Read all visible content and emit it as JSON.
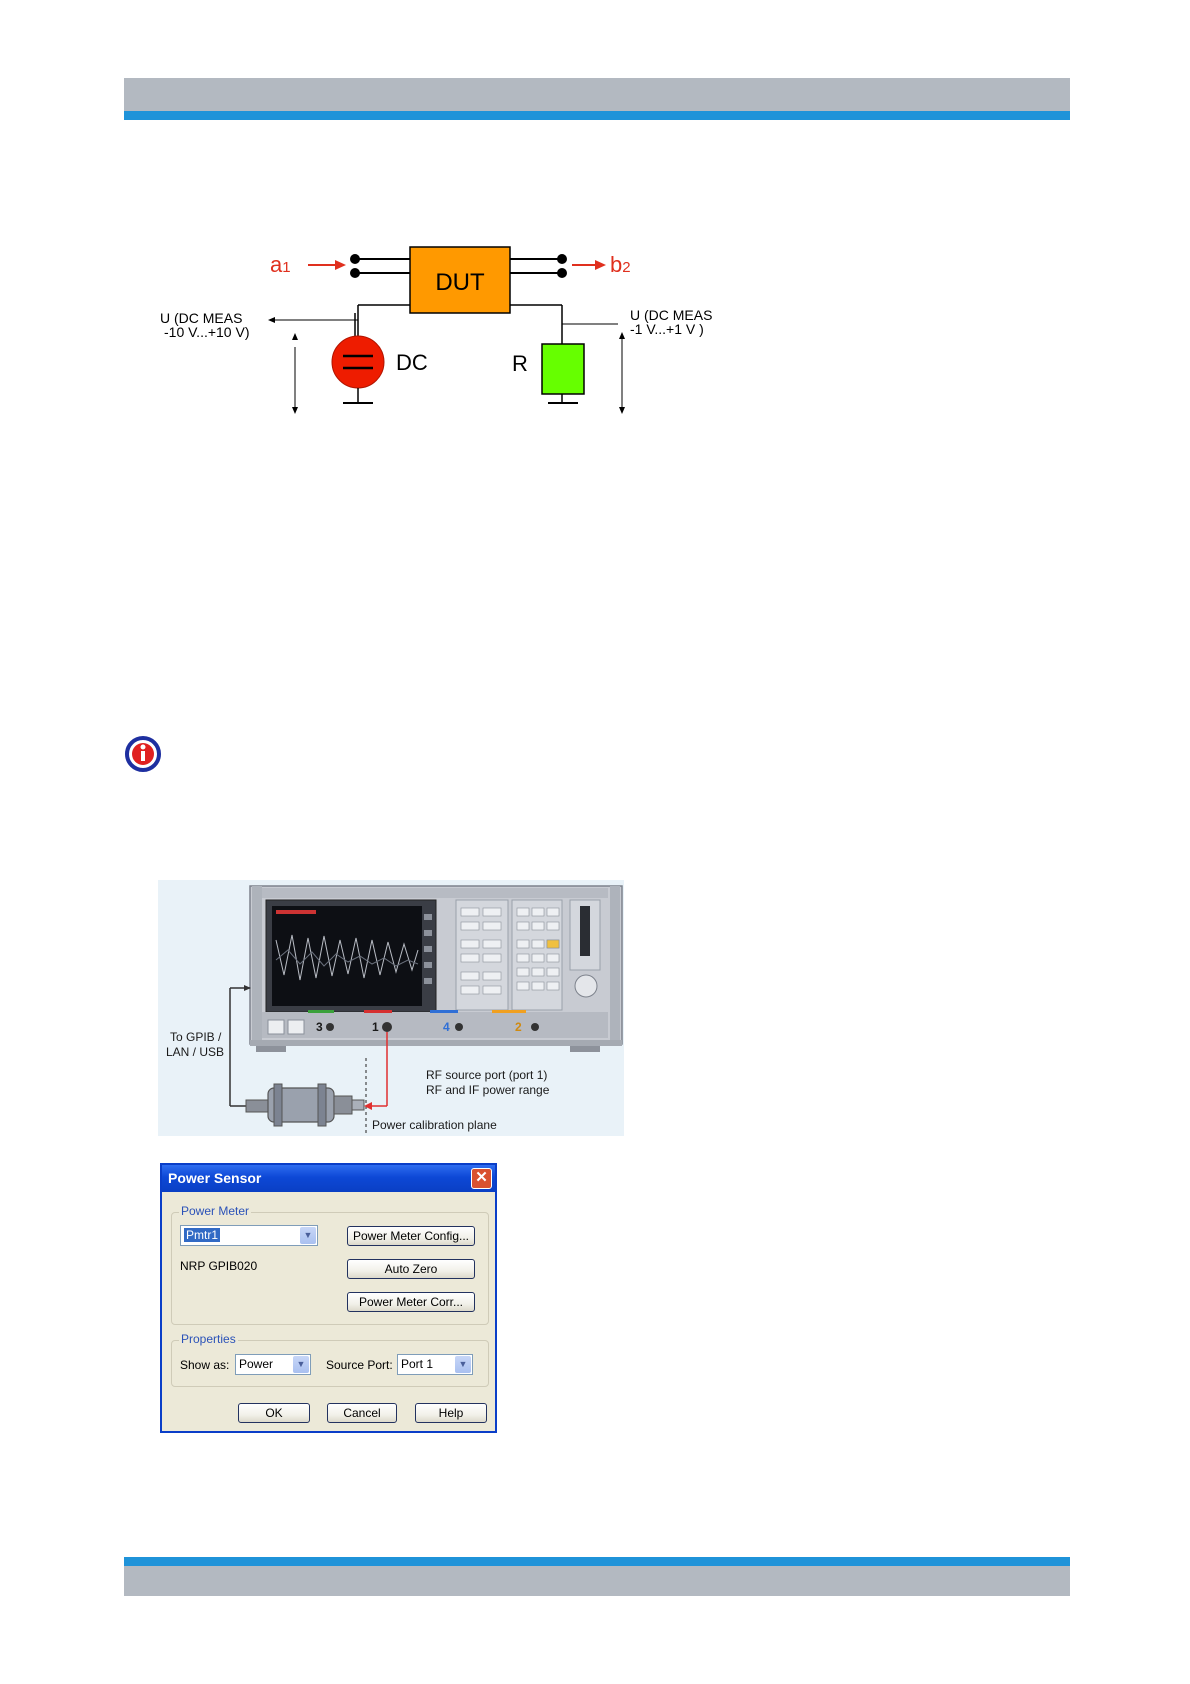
{
  "circuit": {
    "input_label": "a",
    "input_sub": "1",
    "output_label": "b",
    "output_sub": "2",
    "dut_label": "DUT",
    "dc_label": "DC",
    "r_label": "R",
    "left_meas_line1": "U (DC MEAS",
    "left_meas_line2": "-10 V...+10 V)",
    "right_meas_line1": "U (DC MEAS",
    "right_meas_line2": "-1 V...+1 V )",
    "colors": {
      "dut": "#ff9900",
      "dc_source": "#ee1c00",
      "resistor": "#66ff00",
      "arrow": "#e0301e"
    }
  },
  "info_icon": "info-icon",
  "instrument": {
    "to_gpib_line1": "To GPIB /",
    "to_gpib_line2": "LAN / USB",
    "rf_source_line1": "RF source port (port 1)",
    "rf_source_line2": "RF and IF power range",
    "calibration_plane": "Power calibration plane",
    "port_labels": [
      "3",
      "1",
      "4",
      "2"
    ]
  },
  "dialog": {
    "title": "Power Sensor",
    "close_icon": "close-icon",
    "power_meter_group": "Power Meter",
    "meter_selected": "Pmtr1",
    "meter_info": "NRP  GPIB020",
    "config_button": "Power Meter Config...",
    "auto_zero_button": "Auto Zero",
    "corr_button": "Power Meter Corr...",
    "properties_group": "Properties",
    "show_as_label": "Show as:",
    "show_as_value": "Power",
    "source_port_label": "Source Port:",
    "source_port_value": "Port 1",
    "ok_button": "OK",
    "cancel_button": "Cancel",
    "help_button": "Help"
  }
}
